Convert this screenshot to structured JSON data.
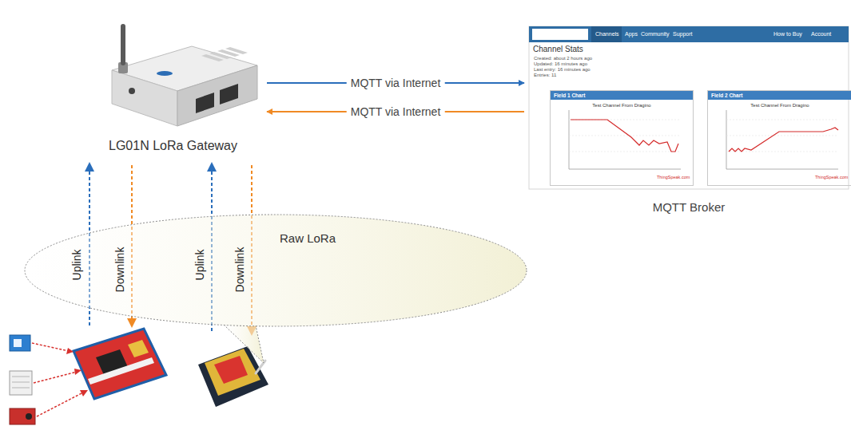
{
  "diagram": {
    "nodes": [
      {
        "text": [
          "LG01N LoRa Gateway"
        ]
      },
      {
        "text": [
          "MQTT Broker"
        ]
      },
      {
        "text": [
          "Field 1 Chart",
          "Test Channel From Dragino"
        ],
        "in": 1
      },
      {
        "text": [
          "Field 2 Chart",
          "Test Channel From Dragino"
        ],
        "in": 1
      },
      {
        "text": [
          "Raw LoRa"
        ]
      }
    ],
    "edges": [
      {
        "from": 0,
        "to": 1,
        "label": "MQTT via Internet",
        "arrow": "to"
      },
      {
        "from": 1,
        "to": 0,
        "label": "MQTT via Internet",
        "arrow": "to"
      }
    ],
    "labels": [
      "Channels",
      "Apps",
      "Community",
      "Support",
      "How to Buy",
      "Account",
      "Channel Stats",
      "Created: about 2 hours ago",
      "Updated: 16 minutes ago",
      "Last entry: 16 minutes ago",
      "Entries: 11",
      "ThingSpeak.com",
      "ThingSpeak.com",
      "Uplink",
      "Downlink",
      "Uplink",
      "Downlink"
    ]
  }
}
